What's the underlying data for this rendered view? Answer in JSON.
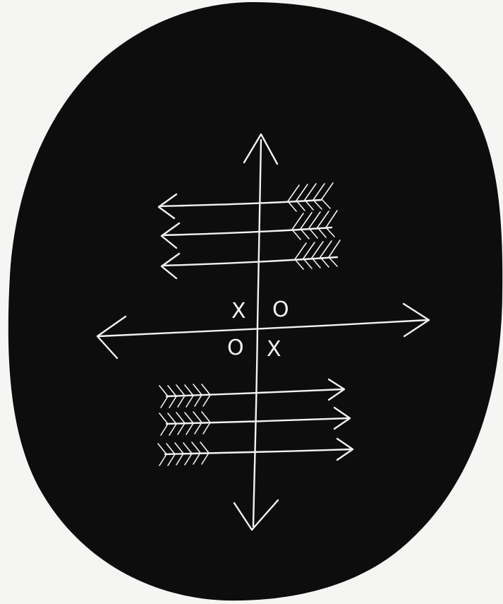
{
  "colors": {
    "paper": "#f5f5f3",
    "blob": "#0d0d0d",
    "chalk": "#f2f2f0"
  },
  "quadrant_marks": {
    "top_left": "X",
    "top_right": "O",
    "bottom_left": "O",
    "bottom_right": "X"
  },
  "axes": {
    "vertical": [
      "up-arrow",
      "down-arrow"
    ],
    "horizontal": [
      "left-arrow",
      "right-arrow"
    ]
  },
  "arrow_groups": {
    "top": {
      "direction": "left",
      "count": 3
    },
    "bottom": {
      "direction": "right",
      "count": 3
    }
  }
}
